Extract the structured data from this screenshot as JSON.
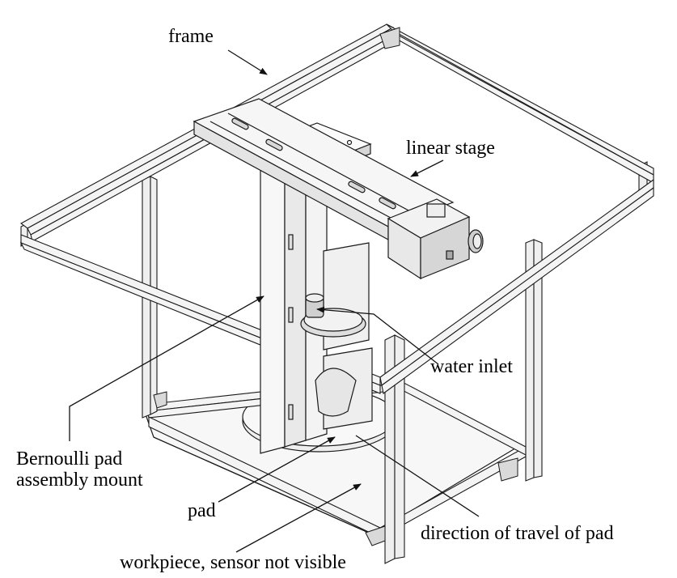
{
  "labels": {
    "frame": "frame",
    "linear_stage": "linear stage",
    "water_inlet": "water inlet",
    "mount": "Bernoulli pad\nassembly mount",
    "pad": "pad",
    "direction": "direction of travel of pad",
    "workpiece": "workpiece, sensor not visible"
  },
  "colors": {
    "line": "#1a1a1a",
    "fill_light": "#f4f4f4",
    "fill_mid": "#e2e2e2",
    "fill_dark": "#bdbdbd"
  }
}
